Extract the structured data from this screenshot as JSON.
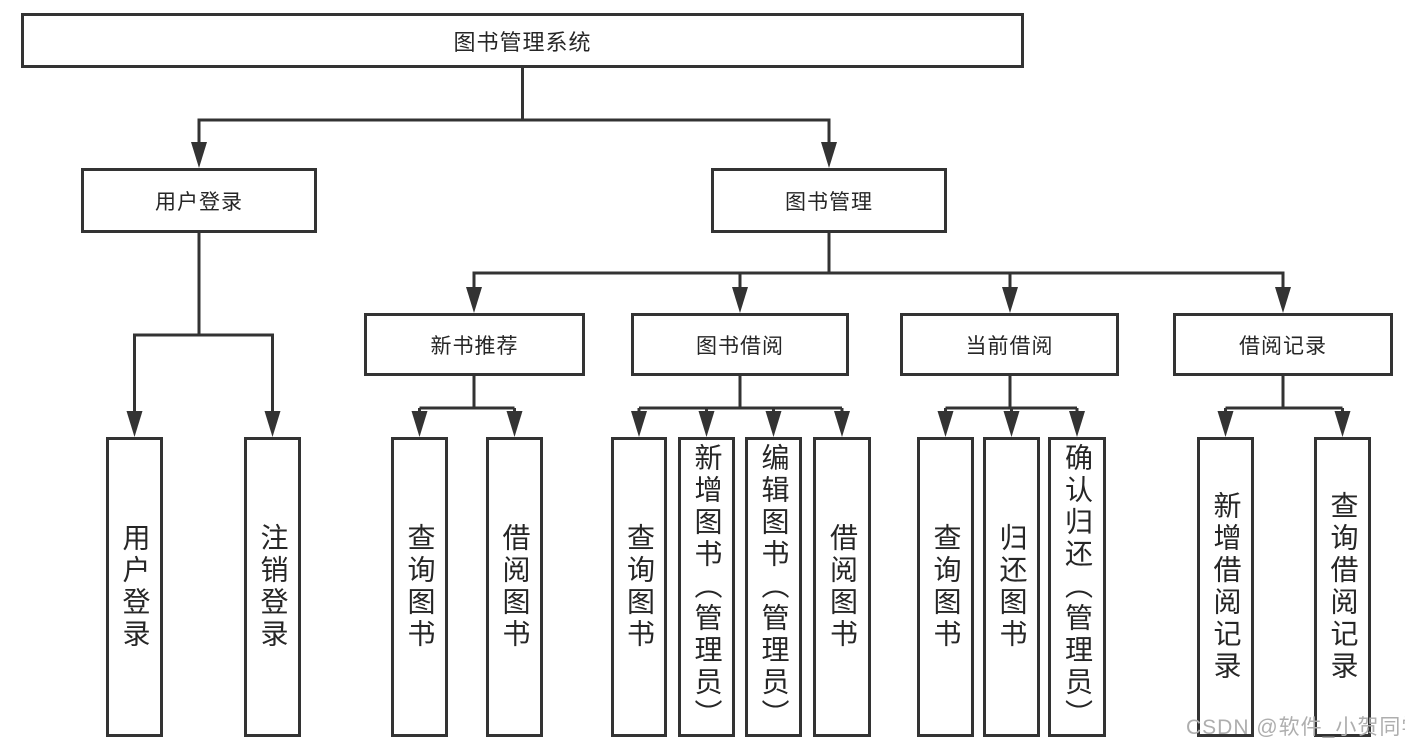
{
  "tree": {
    "label": "图书管理系统",
    "children": [
      {
        "label": "用户登录",
        "children": [
          {
            "label": "用户登录"
          },
          {
            "label": "注销登录"
          }
        ]
      },
      {
        "label": "图书管理",
        "children": [
          {
            "label": "新书推荐",
            "children": [
              {
                "label": "查询图书"
              },
              {
                "label": "借阅图书"
              }
            ]
          },
          {
            "label": "图书借阅",
            "children": [
              {
                "label": "查询图书"
              },
              {
                "label": "新增图书（管理员）"
              },
              {
                "label": "编辑图书（管理员）"
              },
              {
                "label": "借阅图书"
              }
            ]
          },
          {
            "label": "当前借阅",
            "children": [
              {
                "label": "查询图书"
              },
              {
                "label": "归还图书"
              },
              {
                "label": "确认归还（管理员）"
              }
            ]
          },
          {
            "label": "借阅记录",
            "children": [
              {
                "label": "新增借阅记录"
              },
              {
                "label": "查询借阅记录"
              }
            ]
          }
        ]
      }
    ]
  },
  "watermark": {
    "text": "CSDN @软件_小贺同学",
    "color": "#aeaeae"
  },
  "style": {
    "line_color": "#333333",
    "box_border_color": "#333333",
    "text_color": "#262626",
    "background": "#ffffff"
  }
}
